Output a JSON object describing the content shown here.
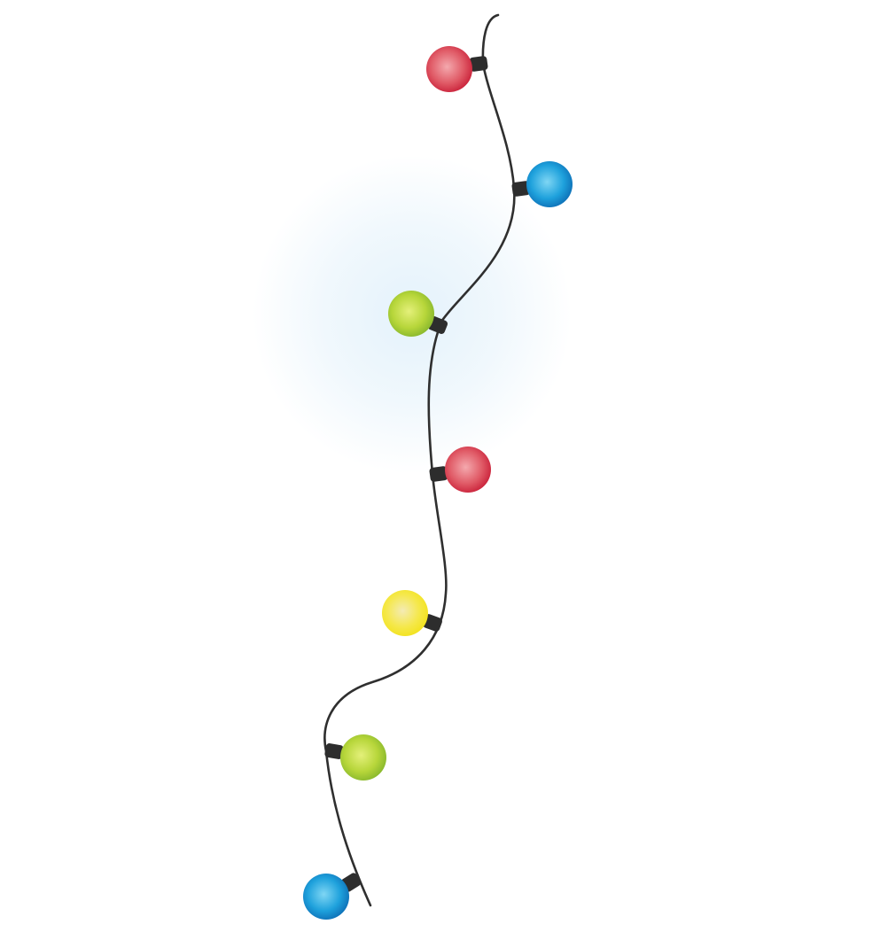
{
  "bulb_colors": {
    "red": {
      "light": "#f4a9ae",
      "mid": "#e05a66",
      "dark": "#c81e37"
    },
    "blue": {
      "light": "#7fd6f4",
      "mid": "#1ea1dc",
      "dark": "#0d6cb4"
    },
    "green": {
      "light": "#e4f07a",
      "mid": "#b7d63a",
      "dark": "#84b52c"
    },
    "yellow": {
      "light": "#f4ebb4",
      "mid": "#f5e84a",
      "dark": "#f2e21a"
    }
  },
  "socket_color": "#2d2d2d",
  "wire_color": "#2f2f2f",
  "glow_color": "#e4f2fb",
  "bulbs": [
    "red",
    "blue",
    "green",
    "red",
    "yellow",
    "green",
    "blue"
  ]
}
